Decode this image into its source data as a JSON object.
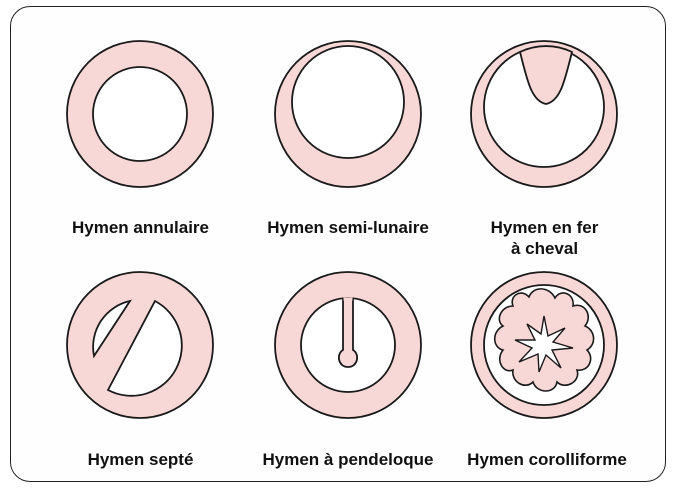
{
  "colors": {
    "tissue": "#f8d8d6",
    "outline": "#1a1a1a",
    "opening": "#ffffff"
  },
  "labels": {
    "annulaire": "Hymen annulaire",
    "semi_lunaire": "Hymen semi-lunaire",
    "fer_cheval_line1": "Hymen en fer",
    "fer_cheval_line2": "à cheval",
    "septe": "Hymen septé",
    "pendeloque": "Hymen à pendeloque",
    "corolliforme": "Hymen corolliforme"
  }
}
